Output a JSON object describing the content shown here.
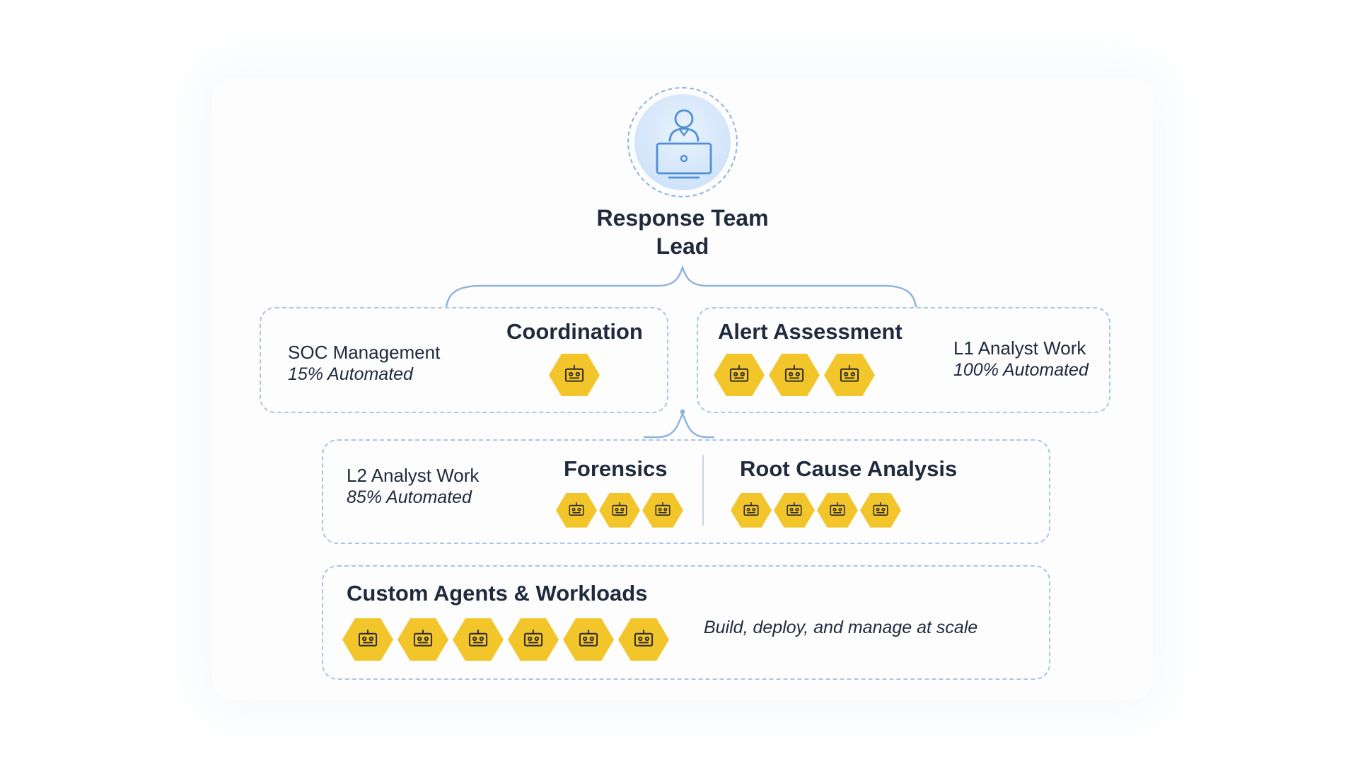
{
  "lead": {
    "title_line1": "Response Team",
    "title_line2": "Lead",
    "icon": "person-at-laptop-icon"
  },
  "soc_management": {
    "label": "SOC Management",
    "automation": "15% Automated",
    "heading": "Coordination",
    "agent_count": 1
  },
  "l1_analyst": {
    "heading": "Alert Assessment",
    "agent_count": 3,
    "label": "L1 Analyst Work",
    "automation": "100% Automated"
  },
  "l2_analyst": {
    "label": "L2 Analyst Work",
    "automation": "85% Automated",
    "forensics_heading": "Forensics",
    "forensics_agent_count": 3,
    "rca_heading": "Root Cause Analysis",
    "rca_agent_count": 4
  },
  "custom": {
    "heading": "Custom Agents & Workloads",
    "agent_count": 6,
    "tagline": "Build, deploy, and manage at scale"
  },
  "colors": {
    "agent_hex": "#f2c52b",
    "agent_outline": "#2b2a25",
    "dashed_border": "#a9c6e6",
    "connector": "#8fb4dd",
    "text": "#1f2a3c"
  },
  "agent_icon": "robot-face-icon"
}
